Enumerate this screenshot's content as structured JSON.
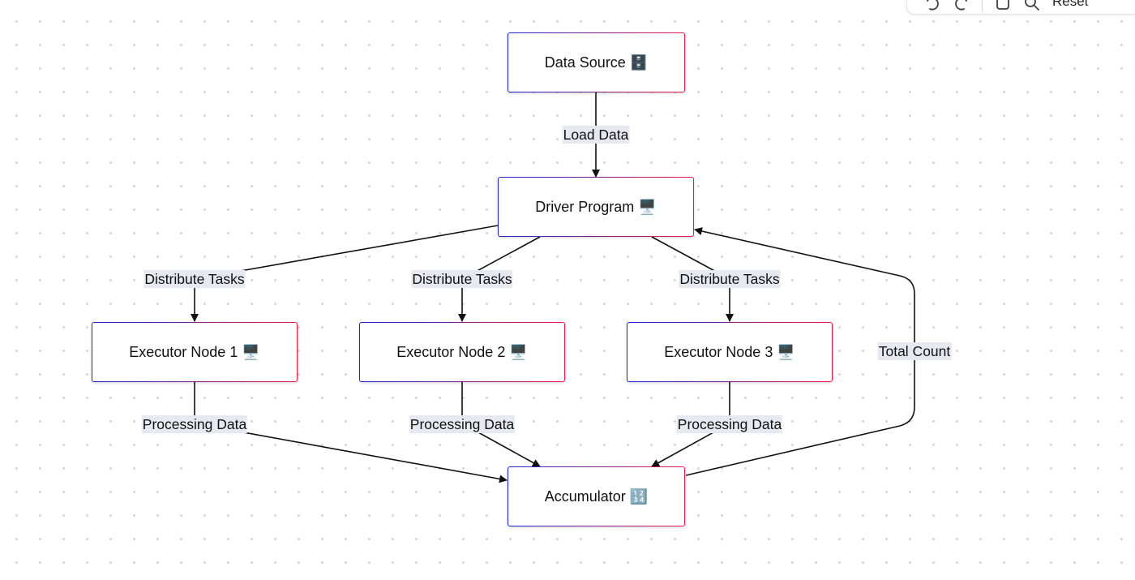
{
  "toolbar": {
    "reset_label": "Reset"
  },
  "nodes": {
    "data_source": "Data Source 🗄️",
    "driver": "Driver Program 🖥️",
    "executor_1": "Executor Node 1 🖥️",
    "executor_2": "Executor Node 2 🖥️",
    "executor_3": "Executor Node 3 🖥️",
    "accumulator": "Accumulator 🔢"
  },
  "edges": {
    "load": "Load Data",
    "distribute_1": "Distribute Tasks",
    "distribute_2": "Distribute Tasks",
    "distribute_3": "Distribute Tasks",
    "processing_1": "Processing Data",
    "processing_2": "Processing Data",
    "processing_3": "Processing Data",
    "total": "Total Count"
  },
  "colors": {
    "node_border_start": "#1d28d8",
    "node_border_end": "#ef1a4a",
    "edge_line": "#111111",
    "edge_label_bg": "#e8e8f0"
  }
}
